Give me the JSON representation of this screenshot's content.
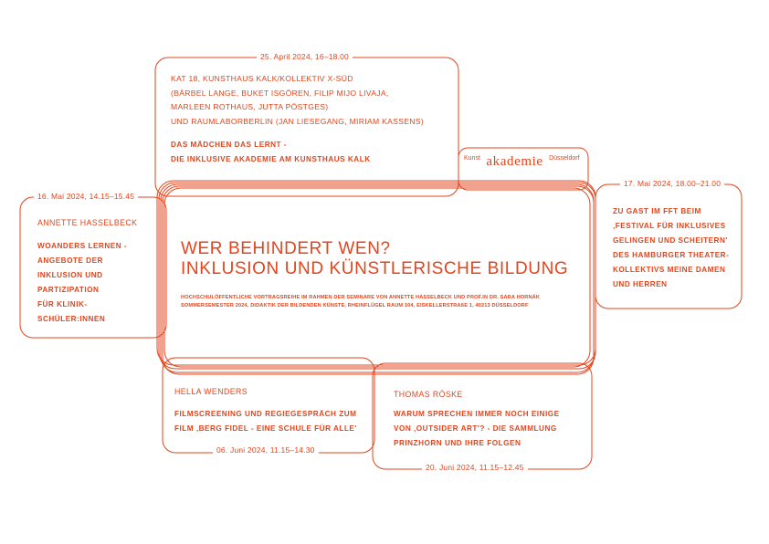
{
  "colors": {
    "accent": "#e2451d",
    "background": "#ffffff"
  },
  "event_top": {
    "date": "25. April 2024, 16–18.00",
    "lines": [
      "KAT 18, KUNSTHAUS KALK/KOLLEKTIV X-SÜD",
      "(BÄRBEL LANGE, BUKET ISGÖREN, FILIP MIJO LIVAJA,",
      "MARLEEN ROTHAUS, JUTTA PÖSTGES)",
      "UND RAUMLABORBERLIN (JAN LIESEGANG, MIRIAM KASSENS)"
    ],
    "title_lines": [
      "DAS MÄDCHEN DAS LERNT -",
      "DIE INKLUSIVE AKADEMIE AM KUNSTHAUS KALK"
    ]
  },
  "logo": {
    "left": "Kunst",
    "main": "akademie",
    "right": "Düsseldorf"
  },
  "event_left": {
    "date": "16. Mai 2024, 14.15–15.45",
    "speaker": "ANNETTE HASSELBECK",
    "title_lines": [
      "WOANDERS LERNEN -",
      "ANGEBOTE DER",
      "INKLUSION UND",
      "PARTIZIPATION",
      "FÜR KLINIK-",
      "SCHÜLER:INNEN"
    ]
  },
  "event_right": {
    "date": "17. Mai 2024, 18.00–21.00",
    "title_lines": [
      "ZU GAST IM FFT BEIM",
      "‚FESTIVAL FÜR INKLUSIVES",
      "GELINGEN UND SCHEITERN'",
      "DES HAMBURGER THEATER-",
      "KOLLEKTIVS MEINE DAMEN",
      "UND HERREN"
    ]
  },
  "center": {
    "title_lines": [
      "WER BEHINDERT WEN?",
      "INKLUSION UND KÜNSTLERISCHE BILDUNG"
    ],
    "subtitle_lines": [
      "HOCHSCHULÖFFENTLICHE VORTRAGSREIHE IM RAHMEN DER SEMINARE VON ANNETTE HASSELBECK UND PROF.IN DR. SARA HORNÄK",
      "SOMMERSEMESTER 2024, DIDAKTIK DER BILDENDEN KÜNSTE, RHEINFLÜGEL RAUM 104, EISKELLERSTRAßE 1, 40213 DÜSSELDORF"
    ]
  },
  "event_bottom_left": {
    "speaker": "HELLA WENDERS",
    "title_lines": [
      "FILMSCREENING UND REGIEGESPRÄCH ZUM",
      "FILM ‚BERG FIDEL - EINE SCHULE FÜR ALLE'"
    ],
    "date": "06. Juni 2024, 11.15–14.30"
  },
  "event_bottom_right": {
    "speaker": "THOMAS RÖSKE",
    "title_lines": [
      "WARUM SPRECHEN IMMER NOCH EINIGE",
      "VON ‚OUTSIDER ART'? - DIE SAMMLUNG",
      "PRINZHORN UND IHRE FOLGEN"
    ],
    "date": "20. Juni 2024, 11.15–12.45"
  }
}
